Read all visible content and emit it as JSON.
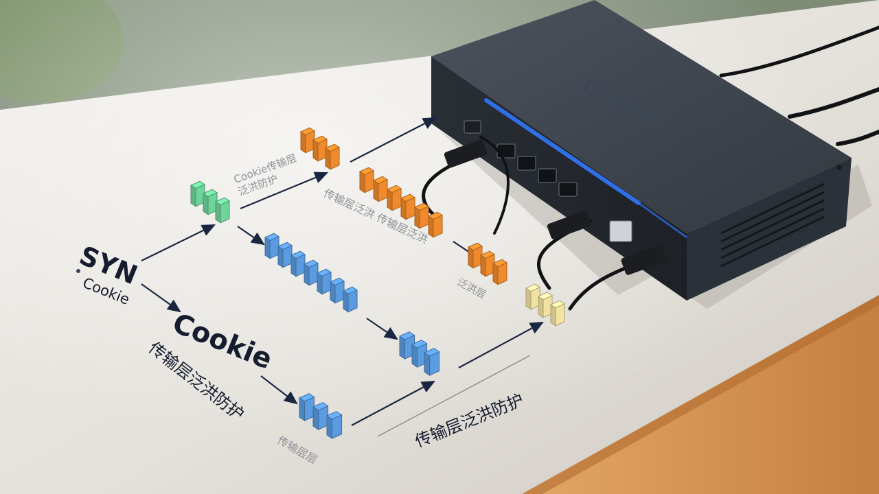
{
  "labels": {
    "syn": "SYN",
    "cookie_small": "Cookie",
    "cookie_big": "Cookie",
    "cn_left": "传输层泛洪防护",
    "cn_bottom": "传输层泛洪防护",
    "faint_top": "Cookie传输层\n泛洪防护",
    "faint_mid": "传输层泛洪 传输层泛洪",
    "faint_right": "泛洪层",
    "faint_bottom": "传输层层"
  },
  "router": {
    "brand": "Cookie"
  },
  "colors": {
    "green": "#6ed49a",
    "orange": "#f08a2c",
    "blue": "#5b9be0",
    "cream": "#f3e3a2",
    "arrow": "#1a2640",
    "router_body": "#3b424d",
    "router_led": "#2f6fe8"
  }
}
